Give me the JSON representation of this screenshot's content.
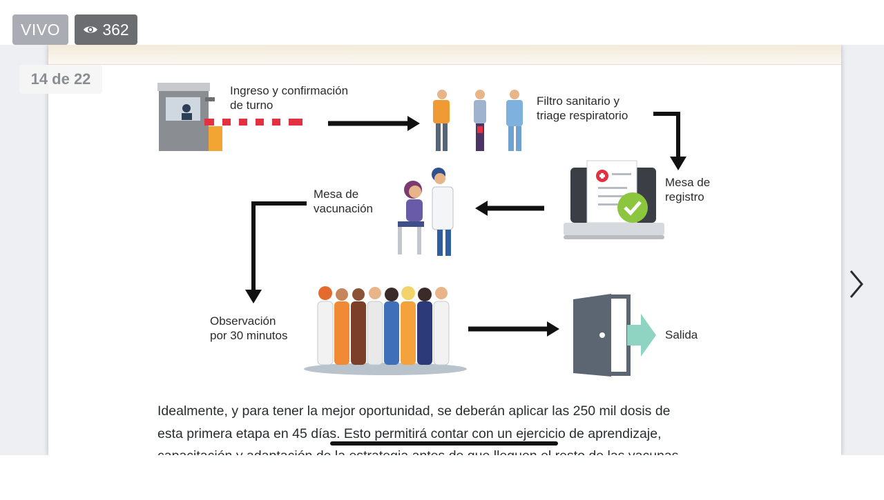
{
  "overlay": {
    "live_label": "VIVO",
    "viewer_count": "362",
    "page_counter": "14 de 22"
  },
  "icons": {
    "views": "eye-icon",
    "next": "chevron-right-icon"
  },
  "diagram": {
    "steps": {
      "ingreso": "Ingreso y confirmación\nde turno",
      "filtro": "Filtro sanitario y\ntriage respiratorio",
      "registro": "Mesa de\nregistro",
      "vacunacion": "Mesa de\nvacunación",
      "observacion": "Observación\npor 30 minutos",
      "salida": "Salida"
    }
  },
  "body": {
    "line1": "Idealmente, y para tener la mejor oportunidad, se deberán aplicar las 250 mil dosis de",
    "line2": "esta primera etapa en 45 días. Esto permitirá contar con un ejercicio de aprendizaje,",
    "line3": "capacitación y adaptación de la estrategia antes de que lleguen el resto de las vacunas"
  },
  "colors": {
    "accent_green": "#8cc63f",
    "accent_red": "#e2313f",
    "exit_teal": "#8fd3c3"
  }
}
